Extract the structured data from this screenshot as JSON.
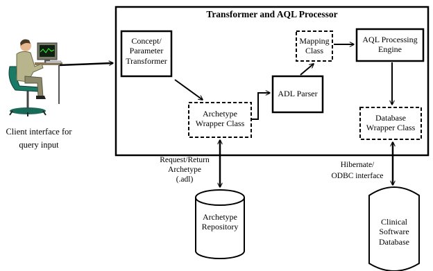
{
  "client": {
    "caption": [
      "Client interface for",
      "query input"
    ]
  },
  "processor": {
    "title": "Transformer and AQL Processor"
  },
  "nodes": {
    "concept_transformer": [
      "Concept/",
      "Parameter",
      "Transformer"
    ],
    "mapping_class": [
      "Mapping",
      "Class"
    ],
    "aql_engine": [
      "AQL Processing",
      "Engine"
    ],
    "archetype_wrapper": [
      "Archetype",
      "Wrapper Class"
    ],
    "adl_parser": [
      "ADL Parser"
    ],
    "database_wrapper": [
      "Database",
      "Wrapper Class"
    ],
    "archetype_repository": [
      "Archetype",
      "Repository"
    ],
    "clinical_database": [
      "Clinical",
      "Software",
      "Database"
    ]
  },
  "edge_labels": {
    "request_return": [
      "Request/Return",
      "Archetype",
      "(.adl)"
    ],
    "hibernate": [
      "Hibernate/",
      "ODBC interface"
    ]
  }
}
